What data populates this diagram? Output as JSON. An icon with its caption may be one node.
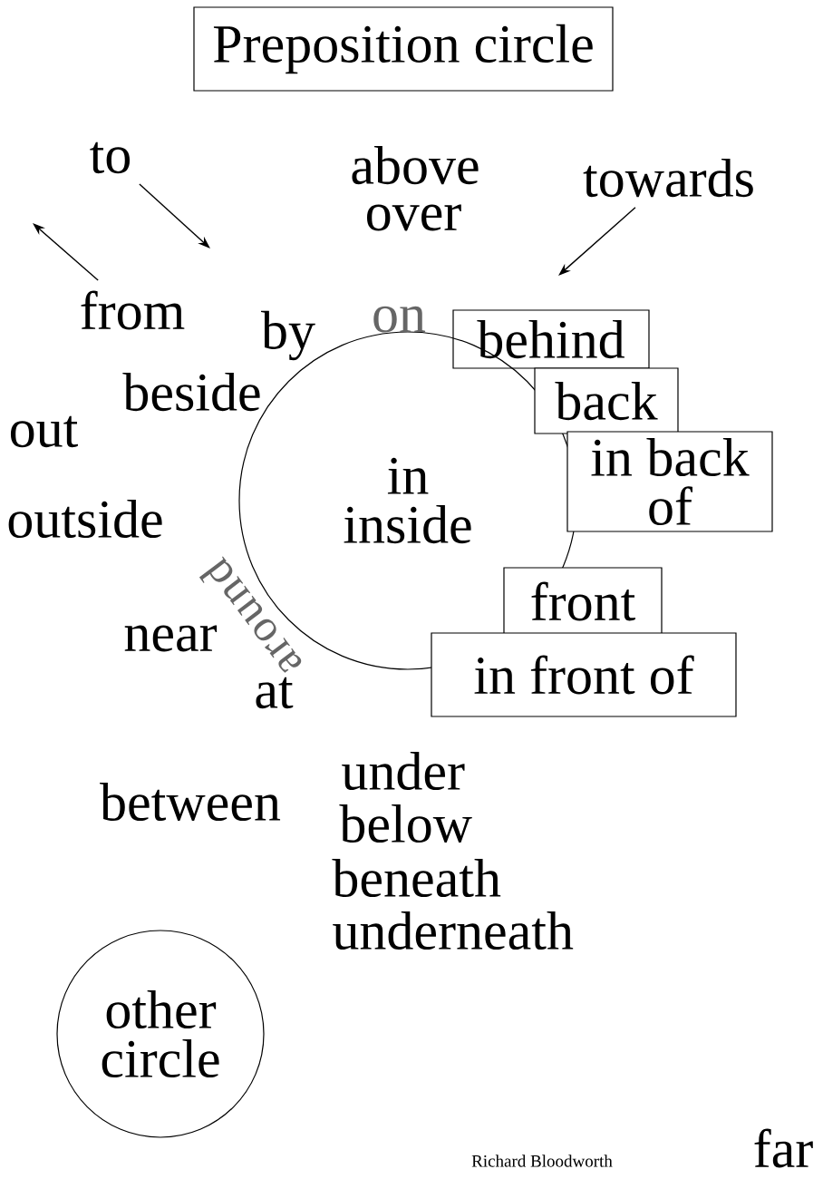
{
  "diagram": {
    "title": "Preposition circle",
    "nodes": [
      {
        "text": [
          "to"
        ]
      },
      {
        "text": [
          "towards"
        ]
      },
      {
        "text": [
          "from"
        ]
      },
      {
        "text": [
          "behind"
        ]
      },
      {
        "text": [
          "in",
          "inside"
        ]
      },
      {
        "text": [
          "back"
        ]
      },
      {
        "text": [
          "in back of"
        ]
      },
      {
        "text": [
          "front"
        ]
      },
      {
        "text": [
          "in front of"
        ]
      },
      {
        "text": [
          "other circle"
        ]
      }
    ],
    "edges": [
      {
        "from": 0,
        "to": null,
        "arrow": "to"
      },
      {
        "from": 1,
        "to": null,
        "arrow": "to"
      },
      {
        "from": 2,
        "to": null,
        "arrow": "to"
      }
    ],
    "labels": [
      "above",
      "over",
      "by",
      "on",
      "beside",
      "out",
      "around",
      "outside",
      "near",
      "at",
      "between",
      "under",
      "below",
      "beneath",
      "underneath",
      "Richard Bloodworth",
      "far"
    ]
  }
}
